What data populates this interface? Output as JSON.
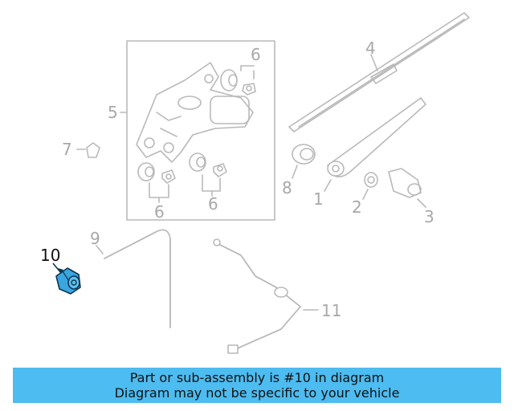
{
  "callouts": {
    "c1": "1",
    "c2": "2",
    "c3": "3",
    "c4": "4",
    "c5": "5",
    "c6a": "6",
    "c6b": "6",
    "c6c": "6",
    "c7": "7",
    "c8": "8",
    "c9": "9",
    "c10": "10",
    "c11": "11"
  },
  "highlight_part": "10",
  "colors": {
    "highlight": "#3aa6e0",
    "banner": "#4dbcf0",
    "line": "#b9b9b9"
  },
  "banner": {
    "line1": "Part or sub-assembly is #10 in diagram",
    "line2": "Diagram may not be specific to your vehicle"
  }
}
